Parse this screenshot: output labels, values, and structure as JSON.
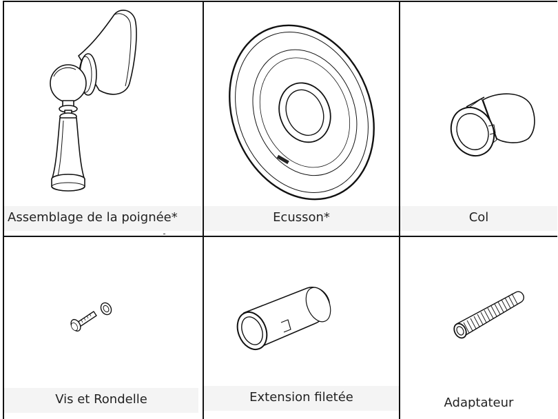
{
  "parts": [
    {
      "label": "Assemblage de la poignée*",
      "icon": "handle-assembly-icon"
    },
    {
      "label": "Ecusson*",
      "icon": "escutcheon-icon"
    },
    {
      "label": "Col",
      "icon": "collar-icon"
    },
    {
      "label": "Vis et Rondelle",
      "icon": "screw-and-washer-icon"
    },
    {
      "label": "Extension filetée",
      "icon": "threaded-extension-icon"
    },
    {
      "label": "Adaptateur",
      "icon": "adapter-icon"
    }
  ]
}
